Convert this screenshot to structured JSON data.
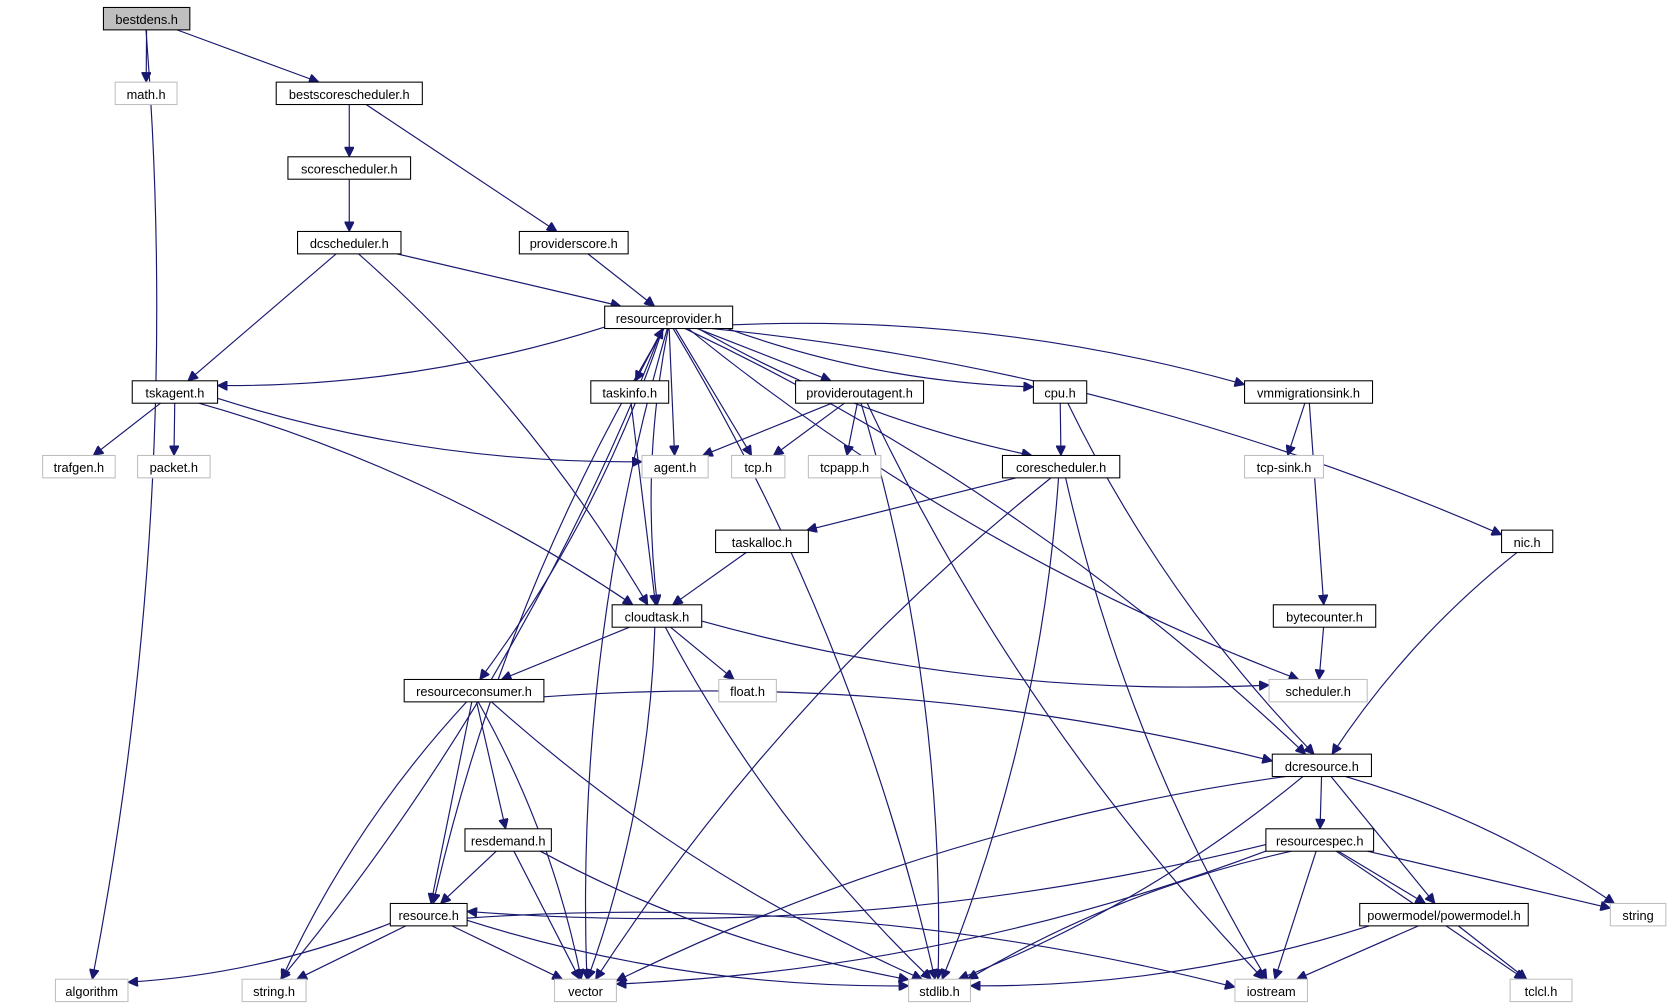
{
  "diagram": {
    "type": "include-dependency-graph",
    "colors": {
      "edge": "#191970",
      "root_fill": "#bfbfbf",
      "node_border": "#000000",
      "external_border": "#bfbfbf"
    },
    "nodes": [
      {
        "id": "bestdens",
        "label": "bestdens.h",
        "kind": "root"
      },
      {
        "id": "math",
        "label": "math.h",
        "kind": "external"
      },
      {
        "id": "bestscore",
        "label": "bestscorescheduler.h",
        "kind": "normal"
      },
      {
        "id": "algorithm",
        "label": "algorithm",
        "kind": "external"
      },
      {
        "id": "scoresched",
        "label": "scorescheduler.h",
        "kind": "normal"
      },
      {
        "id": "providerscore",
        "label": "providerscore.h",
        "kind": "normal"
      },
      {
        "id": "dcsched",
        "label": "dcscheduler.h",
        "kind": "normal"
      },
      {
        "id": "resprov",
        "label": "resourceprovider.h",
        "kind": "normal"
      },
      {
        "id": "tskagent",
        "label": "tskagent.h",
        "kind": "normal"
      },
      {
        "id": "taskinfo",
        "label": "taskinfo.h",
        "kind": "normal"
      },
      {
        "id": "provout",
        "label": "provideroutagent.h",
        "kind": "normal"
      },
      {
        "id": "cpu",
        "label": "cpu.h",
        "kind": "normal"
      },
      {
        "id": "vmsink",
        "label": "vmmigrationsink.h",
        "kind": "normal"
      },
      {
        "id": "trafgen",
        "label": "trafgen.h",
        "kind": "external"
      },
      {
        "id": "packet",
        "label": "packet.h",
        "kind": "external"
      },
      {
        "id": "agent",
        "label": "agent.h",
        "kind": "external"
      },
      {
        "id": "tcp",
        "label": "tcp.h",
        "kind": "external"
      },
      {
        "id": "tcpapp",
        "label": "tcpapp.h",
        "kind": "external"
      },
      {
        "id": "coresched",
        "label": "corescheduler.h",
        "kind": "normal"
      },
      {
        "id": "tcpsink",
        "label": "tcp-sink.h",
        "kind": "external"
      },
      {
        "id": "taskalloc",
        "label": "taskalloc.h",
        "kind": "normal"
      },
      {
        "id": "nic",
        "label": "nic.h",
        "kind": "normal"
      },
      {
        "id": "cloudtask",
        "label": "cloudtask.h",
        "kind": "normal"
      },
      {
        "id": "bytecounter",
        "label": "bytecounter.h",
        "kind": "normal"
      },
      {
        "id": "rescons",
        "label": "resourceconsumer.h",
        "kind": "normal"
      },
      {
        "id": "float",
        "label": "float.h",
        "kind": "external"
      },
      {
        "id": "scheduler",
        "label": "scheduler.h",
        "kind": "external"
      },
      {
        "id": "dcres",
        "label": "dcresource.h",
        "kind": "normal"
      },
      {
        "id": "resdemand",
        "label": "resdemand.h",
        "kind": "normal"
      },
      {
        "id": "resspec",
        "label": "resourcespec.h",
        "kind": "normal"
      },
      {
        "id": "resource",
        "label": "resource.h",
        "kind": "normal"
      },
      {
        "id": "powermodel",
        "label": "powermodel/powermodel.h",
        "kind": "normal"
      },
      {
        "id": "string",
        "label": "string",
        "kind": "external"
      },
      {
        "id": "stringh",
        "label": "string.h",
        "kind": "external"
      },
      {
        "id": "vector",
        "label": "vector",
        "kind": "external"
      },
      {
        "id": "stdlib",
        "label": "stdlib.h",
        "kind": "external"
      },
      {
        "id": "iostream",
        "label": "iostream",
        "kind": "external"
      },
      {
        "id": "tclcl",
        "label": "tclcl.h",
        "kind": "external"
      }
    ],
    "edges": [
      [
        "bestdens",
        "math"
      ],
      [
        "bestdens",
        "bestscore"
      ],
      [
        "bestdens",
        "algorithm"
      ],
      [
        "bestscore",
        "scoresched"
      ],
      [
        "bestscore",
        "providerscore"
      ],
      [
        "scoresched",
        "dcsched"
      ],
      [
        "dcsched",
        "resprov"
      ],
      [
        "dcsched",
        "tskagent"
      ],
      [
        "dcsched",
        "cloudtask"
      ],
      [
        "providerscore",
        "resprov"
      ],
      [
        "resprov",
        "tskagent"
      ],
      [
        "resprov",
        "taskinfo"
      ],
      [
        "resprov",
        "provout"
      ],
      [
        "resprov",
        "cpu"
      ],
      [
        "resprov",
        "vmsink"
      ],
      [
        "resprov",
        "agent"
      ],
      [
        "resprov",
        "tcp"
      ],
      [
        "resprov",
        "coresched"
      ],
      [
        "resprov",
        "nic"
      ],
      [
        "resprov",
        "cloudtask"
      ],
      [
        "resprov",
        "rescons"
      ],
      [
        "resprov",
        "scheduler"
      ],
      [
        "resprov",
        "dcres"
      ],
      [
        "resprov",
        "resource"
      ],
      [
        "resprov",
        "stringh"
      ],
      [
        "resprov",
        "vector"
      ],
      [
        "resprov",
        "stdlib"
      ],
      [
        "taskinfo",
        "resprov"
      ],
      [
        "taskinfo",
        "cloudtask"
      ],
      [
        "tskagent",
        "trafgen"
      ],
      [
        "tskagent",
        "packet"
      ],
      [
        "tskagent",
        "agent"
      ],
      [
        "tskagent",
        "cloudtask"
      ],
      [
        "provout",
        "agent"
      ],
      [
        "provout",
        "tcp"
      ],
      [
        "provout",
        "tcpapp"
      ],
      [
        "provout",
        "stdlib"
      ],
      [
        "provout",
        "iostream"
      ],
      [
        "cpu",
        "coresched"
      ],
      [
        "cpu",
        "dcres"
      ],
      [
        "vmsink",
        "tcpsink"
      ],
      [
        "vmsink",
        "bytecounter"
      ],
      [
        "coresched",
        "taskalloc"
      ],
      [
        "coresched",
        "vector"
      ],
      [
        "coresched",
        "stdlib"
      ],
      [
        "coresched",
        "iostream"
      ],
      [
        "taskalloc",
        "cloudtask"
      ],
      [
        "nic",
        "dcres"
      ],
      [
        "bytecounter",
        "scheduler"
      ],
      [
        "cloudtask",
        "rescons"
      ],
      [
        "cloudtask",
        "float"
      ],
      [
        "cloudtask",
        "scheduler"
      ],
      [
        "cloudtask",
        "vector"
      ],
      [
        "cloudtask",
        "stdlib"
      ],
      [
        "rescons",
        "resdemand"
      ],
      [
        "rescons",
        "resource"
      ],
      [
        "rescons",
        "dcres"
      ],
      [
        "rescons",
        "stringh"
      ],
      [
        "rescons",
        "vector"
      ],
      [
        "rescons",
        "stdlib"
      ],
      [
        "dcres",
        "resspec"
      ],
      [
        "dcres",
        "powermodel"
      ],
      [
        "dcres",
        "string"
      ],
      [
        "dcres",
        "vector"
      ],
      [
        "dcres",
        "stdlib"
      ],
      [
        "resdemand",
        "resource"
      ],
      [
        "resdemand",
        "vector"
      ],
      [
        "resdemand",
        "stdlib"
      ],
      [
        "resspec",
        "resource"
      ],
      [
        "resspec",
        "powermodel"
      ],
      [
        "resspec",
        "string"
      ],
      [
        "resspec",
        "tclcl"
      ],
      [
        "resspec",
        "vector"
      ],
      [
        "resspec",
        "stdlib"
      ],
      [
        "resspec",
        "iostream"
      ],
      [
        "powermodel",
        "tclcl"
      ],
      [
        "powermodel",
        "stdlib"
      ],
      [
        "powermodel",
        "iostream"
      ],
      [
        "resource",
        "algorithm"
      ],
      [
        "resource",
        "stringh"
      ],
      [
        "resource",
        "vector"
      ],
      [
        "resource",
        "stdlib"
      ],
      [
        "resource",
        "iostream"
      ]
    ]
  }
}
